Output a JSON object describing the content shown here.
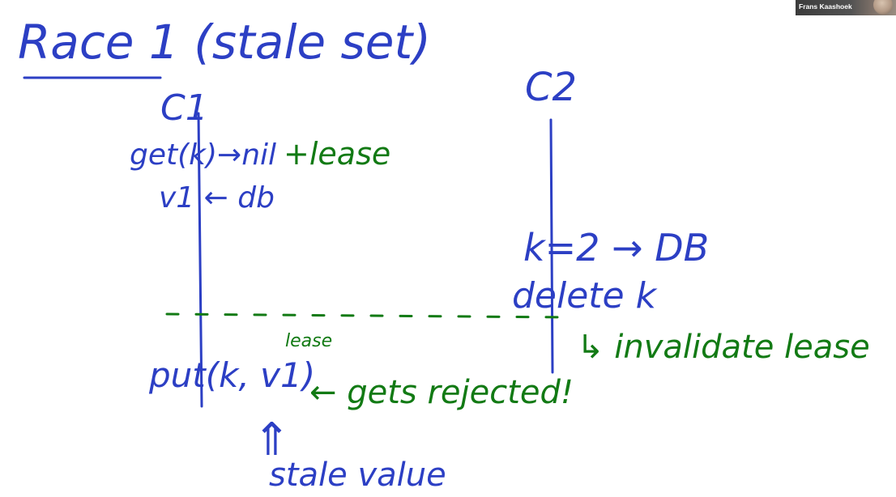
{
  "title": "Race 1 (stale set)",
  "clients": {
    "c1": "C1",
    "c2": "C2"
  },
  "c1_steps": {
    "get": "get(k)→nil",
    "get_lease": "+lease",
    "read_db": "v1 ← db",
    "put": "put(k, v1)",
    "put_lease": "lease",
    "rejected": "← gets rejected!",
    "stale_arrow": "⇑",
    "stale_value": "stale value"
  },
  "c2_steps": {
    "write": "k=2 → DB",
    "delete": "delete k",
    "invalidate": "↳ invalidate lease"
  },
  "video_tile": {
    "name": "Frans Kaashoek"
  },
  "colors": {
    "blue_ink": "#2c3fc4",
    "green_ink": "#127a14",
    "background": "#ffffff"
  }
}
